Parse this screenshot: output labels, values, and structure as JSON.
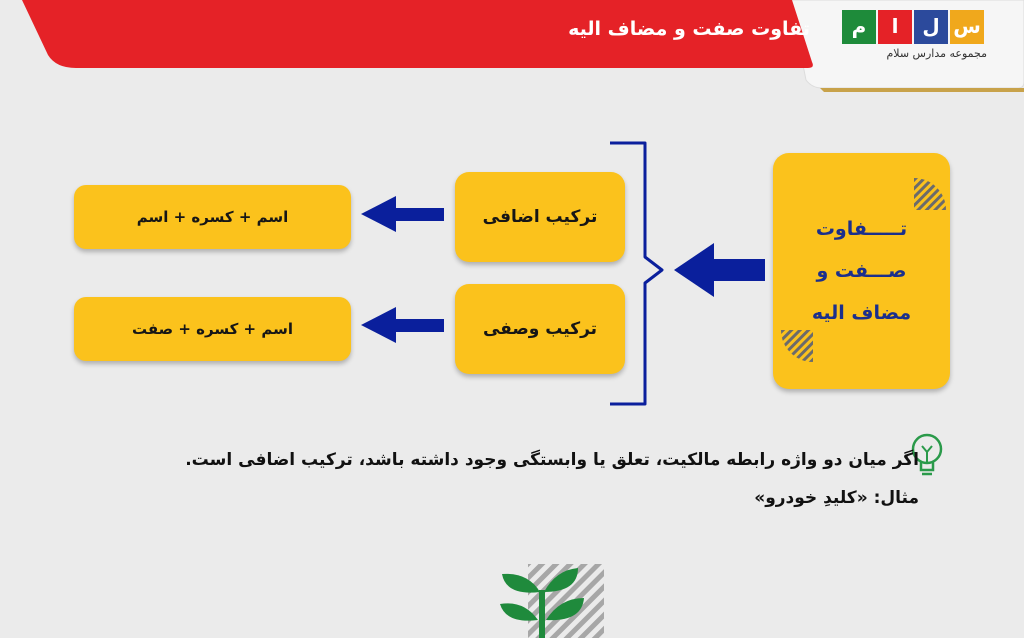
{
  "header": {
    "title": "تفاوت صفت و مضاف الیه",
    "bar_color": "#e52227",
    "logo": {
      "letters": [
        "س",
        "ل",
        "ا",
        "م"
      ],
      "letter_colors": [
        "#f0a81c",
        "#2c4a9c",
        "#e52227",
        "#1e8b3a"
      ],
      "tagline": "مجموعه مدارس سلام"
    }
  },
  "diagram": {
    "root": {
      "lines": [
        "تـــــفاوت",
        "صـــفت و",
        "مضاف الیه"
      ]
    },
    "branches": [
      {
        "label": "ترکیب اضافی",
        "result": "اسم + کسره + اسم"
      },
      {
        "label": "ترکیب وصفی",
        "result": "اسم + کسره + صفت"
      }
    ],
    "colors": {
      "box": "#fbc21c",
      "arrow": "#0a1f9c",
      "root_text": "#1b2f8c"
    }
  },
  "note": {
    "icon": "lightbulb-icon",
    "text": "اگر میان دو واژه رابطه مالکیت، تعلق یا وابستگی وجود داشته باشد، ترکیب اضافی است.",
    "example": "مثال: «کلیدِ خودرو»"
  },
  "footer": {
    "icon": "leaf-logo-icon"
  }
}
